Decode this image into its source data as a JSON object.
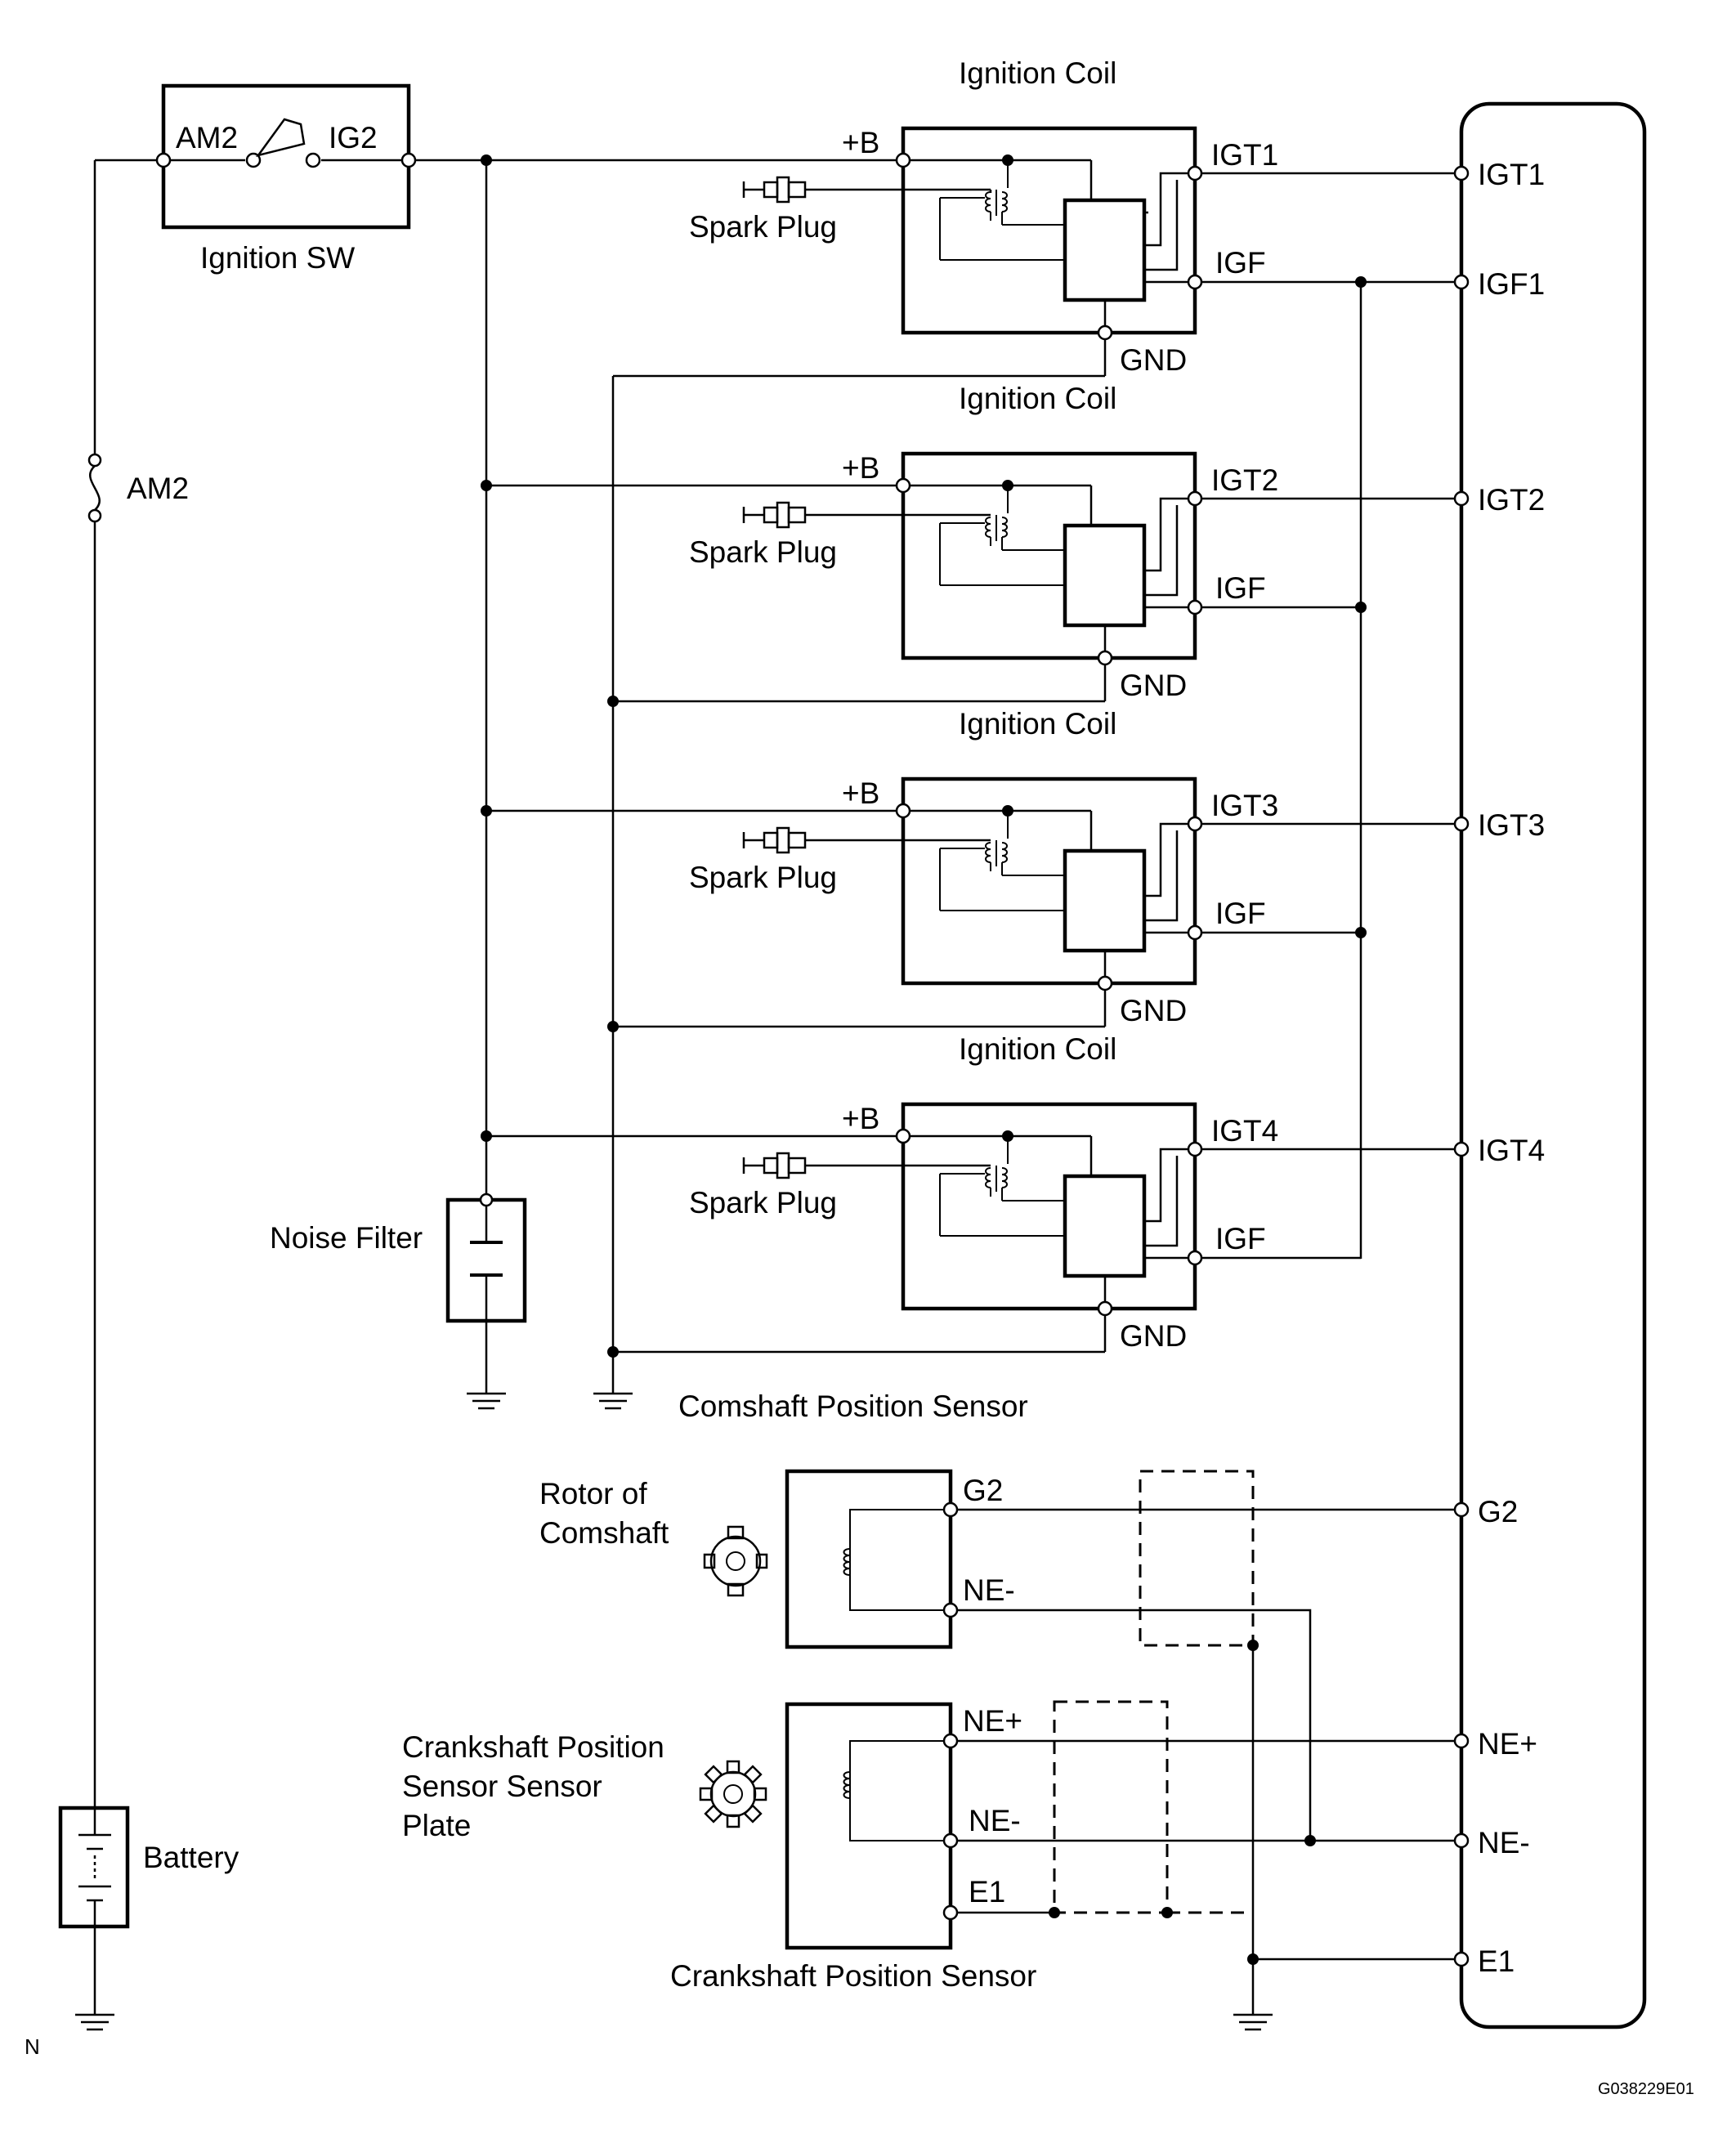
{
  "diagram": {
    "ignition_switch": {
      "label": "Ignition SW",
      "terminal_in": "AM2",
      "terminal_out": "IG2"
    },
    "fuse": {
      "label": "AM2"
    },
    "battery": {
      "label": "Battery"
    },
    "noise_filter": {
      "label": "Noise Filter"
    },
    "coils": [
      {
        "title": "Ignition Coil",
        "plus_b": "+B",
        "spark_plug": "Spark Plug",
        "igt_pin": "IGT1",
        "igf_pin": "IGF",
        "gnd_pin": "GND",
        "ecm_igt": "IGT1"
      },
      {
        "title": "Ignition Coil",
        "plus_b": "+B",
        "spark_plug": "Spark Plug",
        "igt_pin": "IGT2",
        "igf_pin": "IGF",
        "gnd_pin": "GND",
        "ecm_igt": "IGT2"
      },
      {
        "title": "Ignition Coil",
        "plus_b": "+B",
        "spark_plug": "Spark Plug",
        "igt_pin": "IGT3",
        "igf_pin": "IGF",
        "gnd_pin": "GND",
        "ecm_igt": "IGT3"
      },
      {
        "title": "Ignition Coil",
        "plus_b": "+B",
        "spark_plug": "Spark Plug",
        "igt_pin": "IGT4",
        "igf_pin": "IGF",
        "gnd_pin": "GND",
        "ecm_igt": "IGT4"
      }
    ],
    "ecm_pins": {
      "igf1": "IGF1",
      "g2": "G2",
      "ne_plus": "NE+",
      "ne_minus": "NE-",
      "e1": "E1"
    },
    "camshaft_sensor": {
      "title": "Comshaft Position Sensor",
      "rotor_line1": "Rotor of",
      "rotor_line2": "Comshaft",
      "pin_g2": "G2",
      "pin_ne_minus": "NE-"
    },
    "crankshaft_sensor": {
      "title": "Crankshaft Position Sensor",
      "plate_line1": "Crankshaft Position",
      "plate_line2": "Sensor  Sensor",
      "plate_line3": "Plate",
      "pin_ne_plus": "NE+",
      "pin_ne_minus": "NE-",
      "pin_e1": "E1"
    },
    "corner_mark": "N",
    "figure_code": "G038229E01"
  }
}
